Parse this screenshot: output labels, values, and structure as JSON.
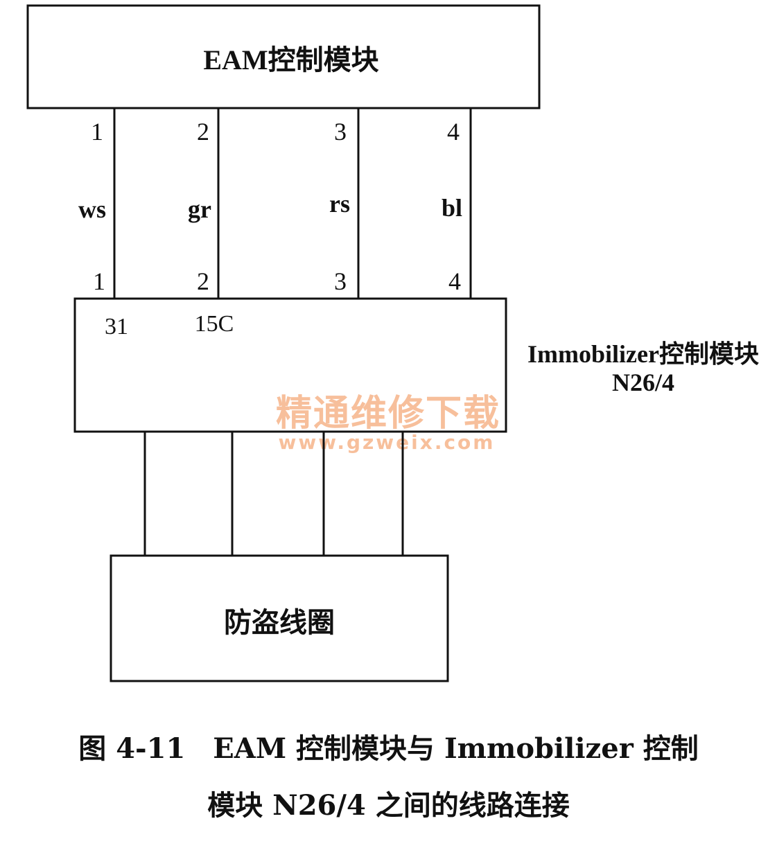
{
  "eam_module": {
    "label": "EAM控制模块"
  },
  "immobilizer_module": {
    "label": "Immobilizer控制模块",
    "code": "N26/4",
    "pin_a": "31",
    "pin_b": "15C"
  },
  "coil": {
    "label": "防盗线圈"
  },
  "wires": [
    {
      "top_pin": "1",
      "color": "ws",
      "bottom_pin": "1"
    },
    {
      "top_pin": "2",
      "color": "gr",
      "bottom_pin": "2"
    },
    {
      "top_pin": "3",
      "color": "rs",
      "bottom_pin": "3"
    },
    {
      "top_pin": "4",
      "color": "bl",
      "bottom_pin": "4"
    }
  ],
  "watermark": {
    "text": "精通维修下载",
    "url": "www.gzweix.com"
  },
  "caption": {
    "line1": "图 4-11　EAM 控制模块与 Immobilizer 控制",
    "line2": "模块 N26/4 之间的线路连接"
  }
}
